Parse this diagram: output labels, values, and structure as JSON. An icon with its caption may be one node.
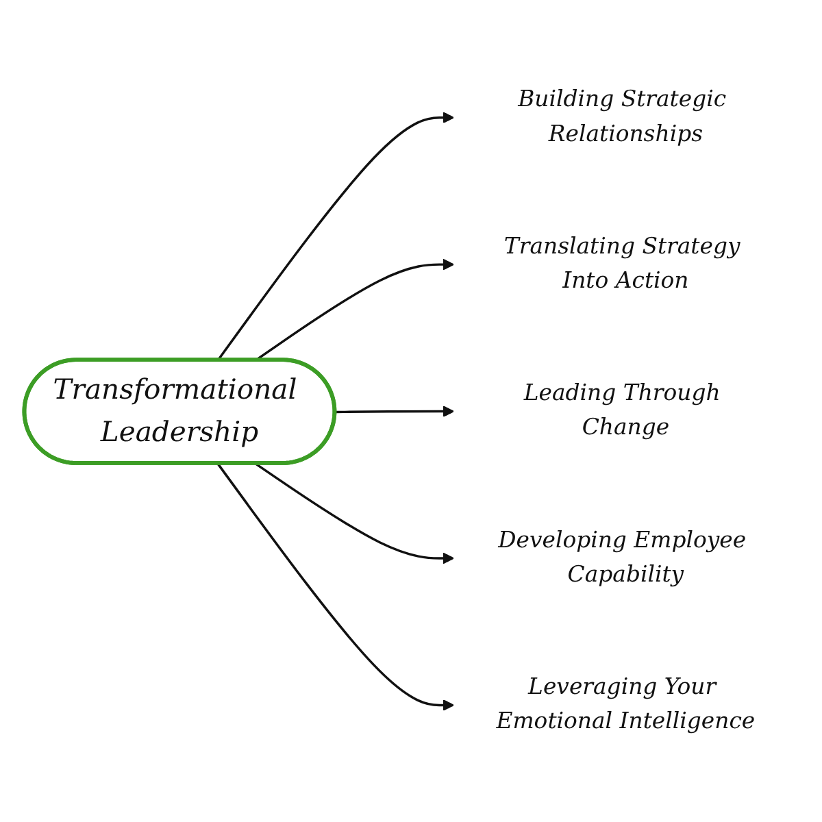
{
  "diagram": {
    "nodes": [
      {
        "text": [
          "Building Strategic Relationships"
        ]
      },
      {
        "text": [
          "Translating Strategy Into Action"
        ]
      },
      {
        "text": [
          "Leading Through Change"
        ]
      },
      {
        "text": [
          "Transformational Leadership"
        ]
      },
      {
        "text": [
          "Developing Employee Capability"
        ]
      },
      {
        "text": [
          "Leveraging Your Emotional Intelligence"
        ]
      }
    ],
    "edges": [
      {
        "from": 3,
        "to": 0,
        "arrow": "to"
      },
      {
        "from": 3,
        "to": 1,
        "arrow": "to"
      },
      {
        "from": 3,
        "to": 2,
        "arrow": "to"
      },
      {
        "from": 3,
        "to": 4,
        "arrow": "to"
      },
      {
        "from": 3,
        "to": 5,
        "arrow": "to"
      }
    ]
  }
}
